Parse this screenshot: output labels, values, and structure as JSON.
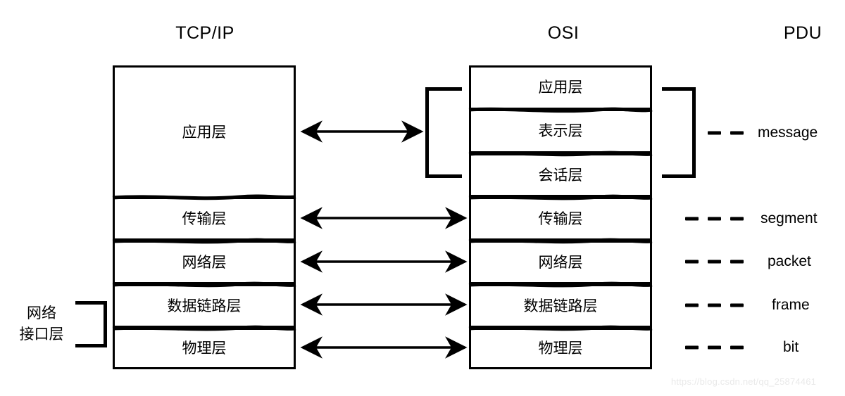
{
  "titles": {
    "tcpip": "TCP/IP",
    "osi": "OSI",
    "pdu": "PDU"
  },
  "tcpip_stack": {
    "name": "TCP/IP",
    "layers": [
      {
        "label": "应用层"
      },
      {
        "label": "传输层"
      },
      {
        "label": "网络层"
      },
      {
        "label": "数据链路层"
      },
      {
        "label": "物理层"
      }
    ]
  },
  "osi_stack": {
    "name": "OSI",
    "layers": [
      {
        "label": "应用层"
      },
      {
        "label": "表示层"
      },
      {
        "label": "会话层"
      },
      {
        "label": "传输层"
      },
      {
        "label": "网络层"
      },
      {
        "label": "数据链路层"
      },
      {
        "label": "物理层"
      }
    ]
  },
  "pdu_rows": [
    {
      "label": "message",
      "dashes": 2
    },
    {
      "label": "segment",
      "dashes": 3
    },
    {
      "label": "packet",
      "dashes": 3
    },
    {
      "label": "frame",
      "dashes": 3
    },
    {
      "label": "bit",
      "dashes": 3
    }
  ],
  "annotations": {
    "network_interface_line1": "网络",
    "network_interface_line2": "接口层"
  },
  "watermark": {
    "text": "https://blog.csdn.net/qq_25874461"
  },
  "colors": {
    "stroke": "#000000",
    "background": "#ffffff",
    "watermark": "#e9e9e9"
  }
}
